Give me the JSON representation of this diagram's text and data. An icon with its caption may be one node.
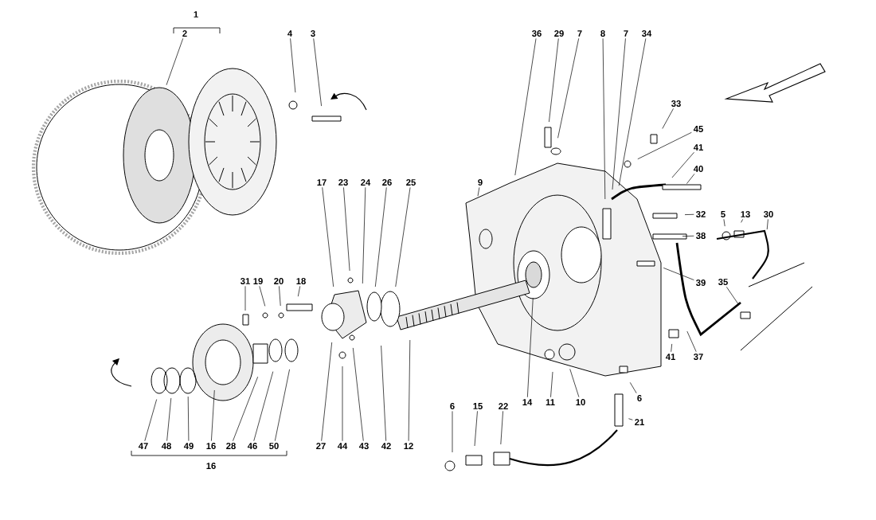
{
  "diagram": {
    "nodes": [
      {
        "text": [
          "2"
        ]
      },
      {
        "text": [
          "4"
        ]
      },
      {
        "text": [
          "3"
        ]
      },
      {
        "text": [
          "36"
        ]
      },
      {
        "text": [
          "29"
        ]
      },
      {
        "text": [
          "7"
        ]
      },
      {
        "text": [
          "8"
        ]
      },
      {
        "text": [
          "7"
        ]
      },
      {
        "text": [
          "34"
        ]
      },
      {
        "text": [
          "33"
        ]
      },
      {
        "text": [
          "45"
        ]
      },
      {
        "text": [
          "41"
        ]
      },
      {
        "text": [
          "40"
        ]
      },
      {
        "text": [
          "9"
        ]
      },
      {
        "text": [
          "17"
        ]
      },
      {
        "text": [
          "23"
        ]
      },
      {
        "text": [
          "24"
        ]
      },
      {
        "text": [
          "26"
        ]
      },
      {
        "text": [
          "25"
        ]
      },
      {
        "text": [
          "5"
        ]
      },
      {
        "text": [
          "13"
        ]
      },
      {
        "text": [
          "30"
        ]
      },
      {
        "text": [
          "32"
        ]
      },
      {
        "text": [
          "38"
        ]
      },
      {
        "text": [
          "31"
        ]
      },
      {
        "text": [
          "19"
        ]
      },
      {
        "text": [
          "20"
        ]
      },
      {
        "text": [
          "18"
        ]
      },
      {
        "text": [
          "35"
        ]
      },
      {
        "text": [
          "39"
        ]
      },
      {
        "text": [
          "41"
        ]
      },
      {
        "text": [
          "37"
        ]
      },
      {
        "text": [
          "6"
        ]
      },
      {
        "text": [
          "14"
        ]
      },
      {
        "text": [
          "11"
        ]
      },
      {
        "text": [
          "10"
        ]
      },
      {
        "text": [
          "21"
        ]
      },
      {
        "text": [
          "6"
        ]
      },
      {
        "text": [
          "15"
        ]
      },
      {
        "text": [
          "22"
        ]
      },
      {
        "text": [
          "47"
        ]
      },
      {
        "text": [
          "48"
        ]
      },
      {
        "text": [
          "49"
        ]
      },
      {
        "text": [
          "16"
        ]
      },
      {
        "text": [
          "28"
        ]
      },
      {
        "text": [
          "46"
        ]
      },
      {
        "text": [
          "50"
        ]
      },
      {
        "text": [
          "27"
        ]
      },
      {
        "text": [
          "44"
        ]
      },
      {
        "text": [
          "43"
        ]
      },
      {
        "text": [
          "42"
        ]
      },
      {
        "text": [
          "12"
        ]
      }
    ],
    "edges": [
      {
        "from": 0,
        "to": null,
        "arrow": "none"
      },
      {
        "from": 1,
        "to": null,
        "arrow": "none"
      },
      {
        "from": 2,
        "to": null,
        "arrow": "none"
      },
      {
        "from": 3,
        "to": null,
        "arrow": "none"
      },
      {
        "from": 4,
        "to": null,
        "arrow": "none"
      },
      {
        "from": 5,
        "to": null,
        "arrow": "none"
      },
      {
        "from": 6,
        "to": null,
        "arrow": "none"
      },
      {
        "from": 7,
        "to": null,
        "arrow": "none"
      },
      {
        "from": 8,
        "to": null,
        "arrow": "none"
      },
      {
        "from": 9,
        "to": null,
        "arrow": "none"
      },
      {
        "from": 10,
        "to": null,
        "arrow": "none"
      },
      {
        "from": 11,
        "to": null,
        "arrow": "none"
      },
      {
        "from": 12,
        "to": null,
        "arrow": "none"
      },
      {
        "from": 13,
        "to": null,
        "arrow": "none"
      },
      {
        "from": 14,
        "to": null,
        "arrow": "none"
      },
      {
        "from": 15,
        "to": null,
        "arrow": "none"
      },
      {
        "from": 16,
        "to": null,
        "arrow": "none"
      },
      {
        "from": 17,
        "to": null,
        "arrow": "none"
      },
      {
        "from": 18,
        "to": null,
        "arrow": "none"
      },
      {
        "from": 19,
        "to": null,
        "arrow": "none"
      },
      {
        "from": 20,
        "to": null,
        "arrow": "none"
      },
      {
        "from": 21,
        "to": null,
        "arrow": "none"
      },
      {
        "from": 22,
        "to": null,
        "arrow": "none"
      },
      {
        "from": 23,
        "to": null,
        "arrow": "none"
      },
      {
        "from": 24,
        "to": null,
        "arrow": "none"
      },
      {
        "from": 25,
        "to": null,
        "arrow": "none"
      },
      {
        "from": 26,
        "to": null,
        "arrow": "none"
      },
      {
        "from": 27,
        "to": null,
        "arrow": "none"
      },
      {
        "from": 28,
        "to": null,
        "arrow": "none"
      },
      {
        "from": 29,
        "to": null,
        "arrow": "none"
      },
      {
        "from": 30,
        "to": null,
        "arrow": "none"
      },
      {
        "from": 31,
        "to": null,
        "arrow": "none"
      },
      {
        "from": 32,
        "to": null,
        "arrow": "none"
      },
      {
        "from": 33,
        "to": null,
        "arrow": "none"
      },
      {
        "from": 34,
        "to": null,
        "arrow": "none"
      },
      {
        "from": 35,
        "to": null,
        "arrow": "none"
      },
      {
        "from": 36,
        "to": null,
        "arrow": "none"
      },
      {
        "from": 37,
        "to": null,
        "arrow": "none"
      },
      {
        "from": 38,
        "to": null,
        "arrow": "none"
      },
      {
        "from": 39,
        "to": null,
        "arrow": "none"
      },
      {
        "from": 40,
        "to": null,
        "arrow": "none"
      },
      {
        "from": 41,
        "to": null,
        "arrow": "none"
      },
      {
        "from": 42,
        "to": null,
        "arrow": "none"
      },
      {
        "from": 43,
        "to": null,
        "arrow": "none"
      },
      {
        "from": 44,
        "to": null,
        "arrow": "none"
      },
      {
        "from": 45,
        "to": null,
        "arrow": "none"
      },
      {
        "from": 46,
        "to": null,
        "arrow": "none"
      },
      {
        "from": 47,
        "to": null,
        "arrow": "none"
      },
      {
        "from": 48,
        "to": null,
        "arrow": "none"
      },
      {
        "from": 49,
        "to": null,
        "arrow": "none"
      },
      {
        "from": 50,
        "to": null,
        "arrow": "none"
      },
      {
        "from": 51,
        "to": null,
        "arrow": "none"
      }
    ],
    "labels": [
      "1",
      "16"
    ]
  }
}
